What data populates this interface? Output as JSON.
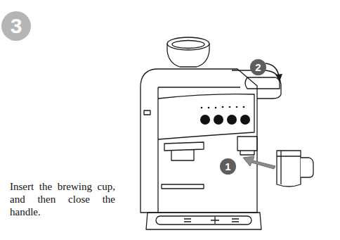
{
  "diagram": {
    "nodes": [
      {
        "text": [
          "3"
        ]
      },
      {
        "text": [
          "2"
        ]
      },
      {
        "text": [
          "1"
        ]
      }
    ],
    "labels": [
      "Insert the brewing cup, and then close the handle."
    ]
  }
}
